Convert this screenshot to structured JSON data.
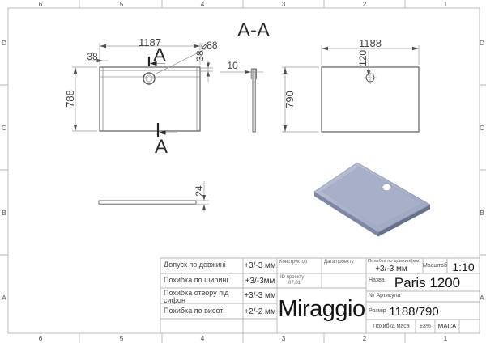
{
  "frame": {
    "columns": [
      "6",
      "5",
      "4",
      "3",
      "2",
      "1"
    ],
    "rows": [
      "D",
      "C",
      "B",
      "A"
    ]
  },
  "views": {
    "section_title": "A-A",
    "top_view": {
      "width": "1187",
      "height": "788",
      "rim_offset": "38",
      "drain_rim_offset": "38",
      "drain_diameter": "⌀88",
      "section_marker": "A"
    },
    "bottom_view": {
      "width": "1188",
      "height": "790",
      "drain_offset": "120"
    },
    "section_profile": {
      "thickness": "10"
    },
    "side_profile": {
      "thickness": "24"
    }
  },
  "title_block": {
    "tolerances": [
      {
        "label": "Допуск по довжині",
        "value": "+3/-3 мм"
      },
      {
        "label": "Похибка по ширині",
        "value": "+3/-3мм"
      },
      {
        "label": "Похибка отвору під",
        "label2": "сифон",
        "value": "+3/-3 мм"
      },
      {
        "label": "Похибка по висоті",
        "value": "+2/-2 мм"
      }
    ],
    "constructor_label": "Конструктор",
    "project_date_label": "Дата проекту",
    "project_id_label": "ID проекту",
    "project_id_value": "07.81",
    "length_tolerance_label": "Похибка по довжині(мм)",
    "length_tolerance_value": "+3/-3 мм",
    "scale_label": "Масштаб",
    "scale_value": "1:10",
    "name_label": "Назва",
    "name_value": "Paris 1200",
    "article_label": "№ Артикула",
    "size_label": "Розмір",
    "size_value": "1188/790",
    "mass_tolerance_label": "Похибка маса",
    "mass_tolerance_value": "±3%",
    "mass_label": "МАСА",
    "brand": "Miraggio"
  },
  "colors": {
    "tray_side_left": "#7d87a5",
    "tray_side_right": "#67718d",
    "tray_basin": "#a7b0c8",
    "tray_edge": "#8b93ae",
    "drain_rim": "#98a0b6",
    "drain_hole": "#ffffff"
  }
}
